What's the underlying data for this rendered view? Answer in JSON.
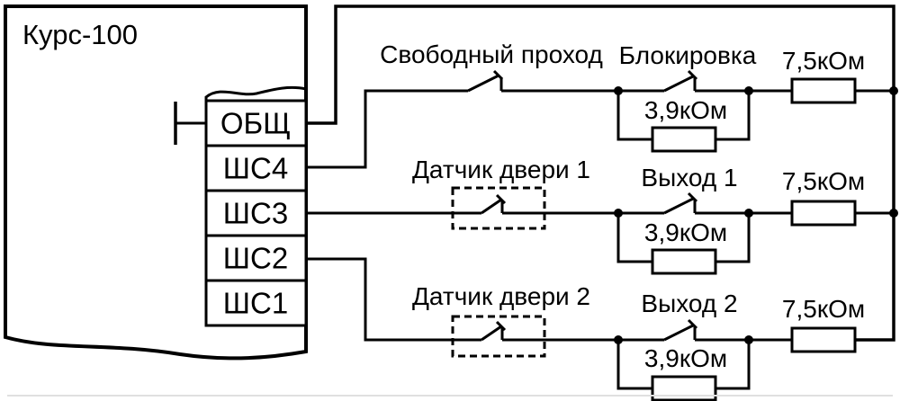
{
  "colors": {
    "line": "#000000",
    "background": "#ffffff"
  },
  "device": {
    "title": "Курс-100",
    "terminals": [
      "ОБЩ",
      "ШС4",
      "ШС3",
      "ШС2",
      "ШС1"
    ]
  },
  "loops": [
    {
      "contact": "Свободный проход",
      "control": "Блокировка",
      "shunt": "3,9кОм",
      "eol": "7,5кОм"
    },
    {
      "contact": "Датчик двери 1",
      "control": "Выход 1",
      "shunt": "3,9кОм",
      "eol": "7,5кОм"
    },
    {
      "contact": "Датчик двери 2",
      "control": "Выход 2",
      "shunt": "3,9кОм",
      "eol": "7,5кОм"
    }
  ]
}
